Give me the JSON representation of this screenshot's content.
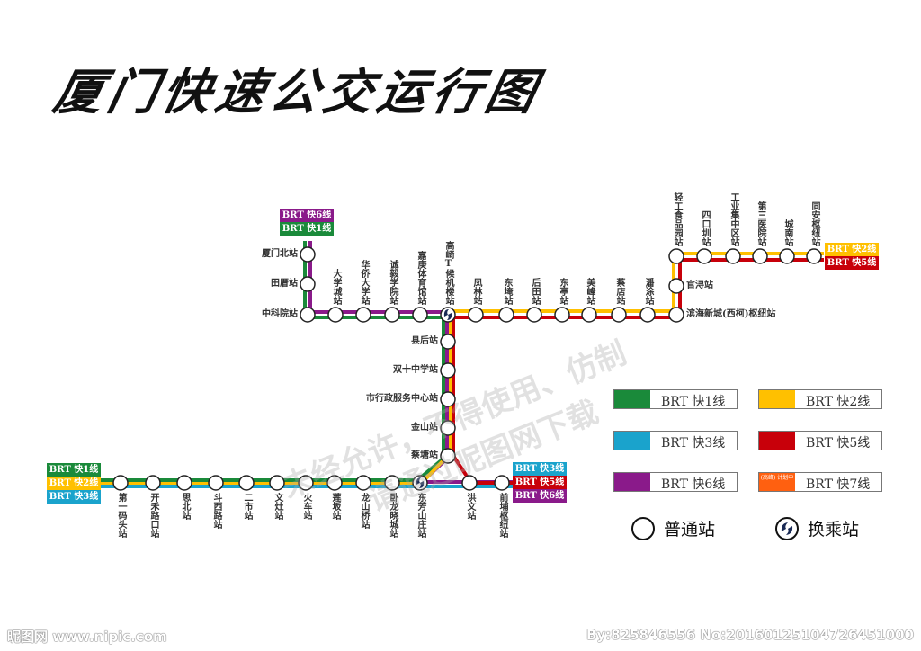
{
  "title": "厦门快速公交运行图",
  "colors": {
    "line1": "#1a8a3a",
    "line2": "#ffc000",
    "line3": "#1aa3cc",
    "line5": "#c8000a",
    "line6": "#8a1a8a",
    "line7": "#ff6010"
  },
  "badges": {
    "north": [
      "BRT 快6线",
      "BRT 快1线"
    ],
    "northeast": [
      "BRT 快2线",
      "BRT 快5线"
    ],
    "west": [
      "BRT 快1线",
      "BRT 快2线",
      "BRT 快3线"
    ],
    "southeast": [
      "BRT 快3线",
      "BRT 快5线",
      "BRT 快6线"
    ]
  },
  "stations": {
    "north_branch": [
      "厦门北站",
      "田厝站"
    ],
    "top_line": [
      "中科院站",
      "大学城站",
      "华侨大学站",
      "诚毅学院站",
      "嘉庚体育馆站",
      "高崎T候机楼站",
      "凤林站",
      "东埯站",
      "后田站",
      "东亭站",
      "美峰站",
      "蔡店站",
      "潘涂站",
      "滨海新城(西柯)枢纽站"
    ],
    "northeast_vertical": [
      "官浔站"
    ],
    "northeast_line": [
      "轻工食品园站",
      "四口圳站",
      "工业集中区站",
      "第三医院站",
      "城南站",
      "同安枢纽站"
    ],
    "central_vertical": [
      "县后站",
      "双十中学站",
      "市行政服务中心站",
      "金山站",
      "蔡塘站"
    ],
    "bottom_line": [
      "第一码头站",
      "开禾路口站",
      "思北站",
      "斗西路站",
      "二市站",
      "文灶站",
      "火车站",
      "莲坂站",
      "龙山桥站",
      "卧龙晓城站",
      "东芳山庄站",
      "洪文站",
      "前埔枢纽站"
    ]
  },
  "legend": {
    "lines": [
      {
        "label": "BRT 快1线",
        "color": "#1a8a3a",
        "note": ""
      },
      {
        "label": "BRT 快2线",
        "color": "#ffc000",
        "note": ""
      },
      {
        "label": "BRT 快3线",
        "color": "#1aa3cc",
        "note": ""
      },
      {
        "label": "BRT 快5线",
        "color": "#c8000a",
        "note": ""
      },
      {
        "label": "BRT 快6线",
        "color": "#8a1a8a",
        "note": ""
      },
      {
        "label": "BRT 快7线",
        "color": "#ff6010",
        "note": "(高峰) 计划中"
      }
    ],
    "normal_station": "普通站",
    "transfer_station": "换乘站"
  },
  "watermark": [
    "未经允许，不得使用、仿制",
    "请通过昵图网下载"
  ],
  "footer": {
    "left": "昵图网 www.nipic.com",
    "right": "By:825846556 No:20160125104726451000"
  }
}
